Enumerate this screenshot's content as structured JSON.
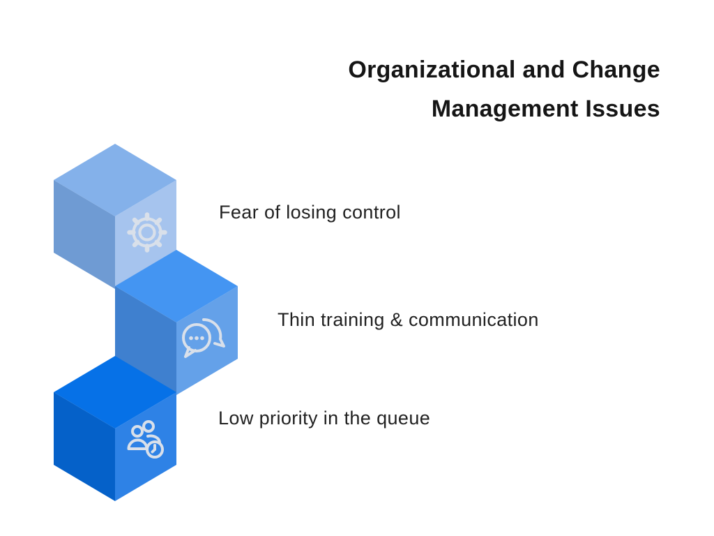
{
  "title": {
    "line1": "Organizational and Change",
    "line2": "Management Issues"
  },
  "items": [
    {
      "label": "Fear of losing control",
      "icon": "gear-icon",
      "cube": {
        "top": "#84b1ea",
        "left": "#6f9bd3",
        "right": "#a6c4ee"
      }
    },
    {
      "label": "Thin training & communication",
      "icon": "chat-bubble-icon",
      "cube": {
        "top": "#4495f2",
        "left": "#3f80cf",
        "right": "#64a1e9"
      }
    },
    {
      "label": "Low priority in the queue",
      "icon": "people-clock-icon",
      "cube": {
        "top": "#0671e7",
        "left": "#0561c9",
        "right": "#2e82e6"
      }
    }
  ],
  "colors": {
    "background": "#ffffff",
    "title_text": "#151515",
    "label_text": "#212121",
    "icon_stroke": "#d9e0ea"
  }
}
